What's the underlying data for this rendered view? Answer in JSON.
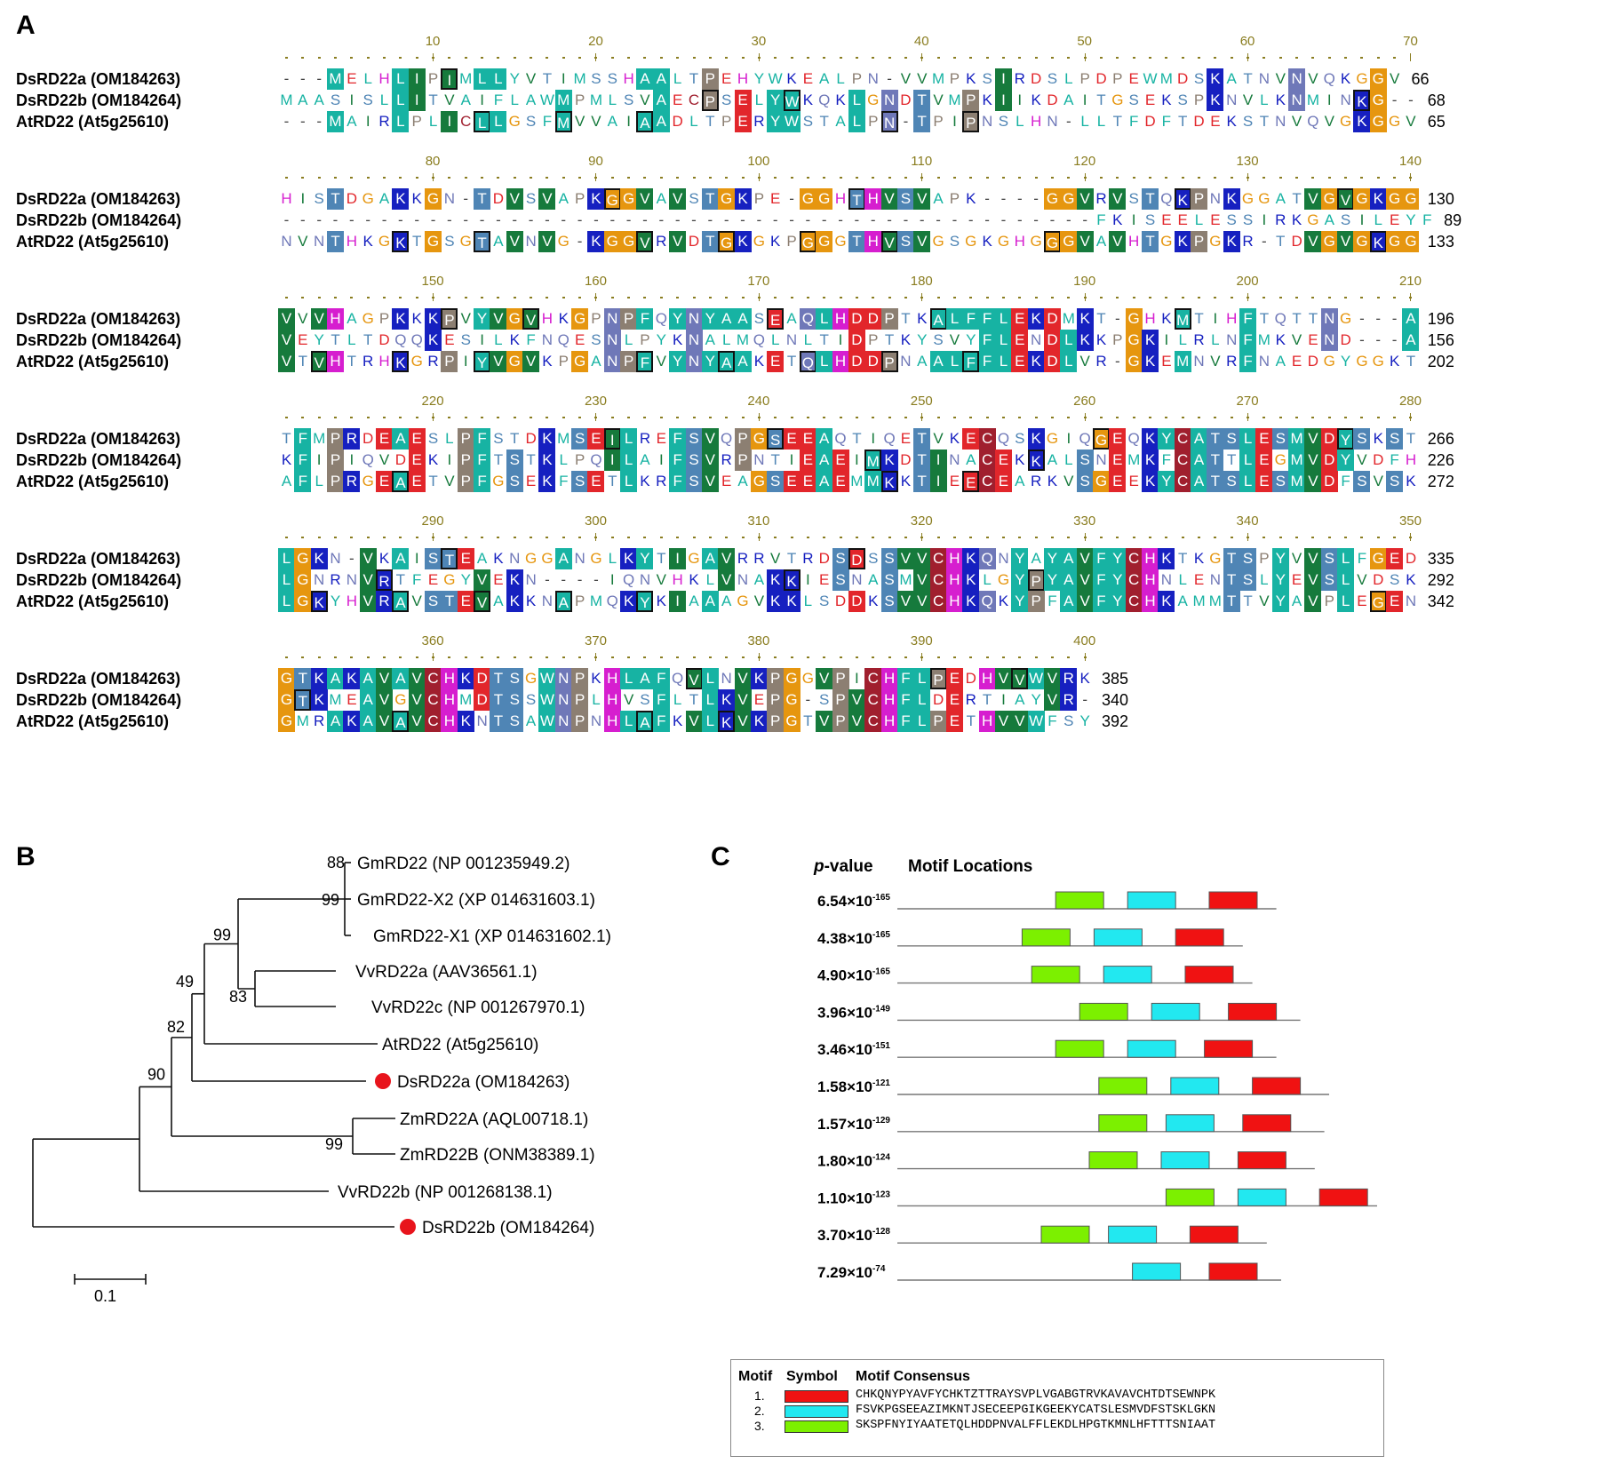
{
  "panels": {
    "a": "A",
    "b": "B",
    "c": "C"
  },
  "alignment": {
    "blocks": [
      {
        "ruler": [
          10,
          20,
          30,
          40,
          50,
          60,
          70
        ],
        "rows": [
          {
            "name": "DsRD22a (OM184263)",
            "seq": "---MELHLIPIMLLYVTIMSSHAALTPEHYWKEALPN-VVMPKSIRDSLPDPEWMDSKATNVNVQKGGV",
            "end": "66"
          },
          {
            "name": "DsRD22b (OM184264)",
            "seq": "MAASISLLITVAIFLAWMPMLSVAECPSELYWKQKLGNDTVMPKIIKDAITGSEKSPKNVLKNMINKG--",
            "end": "68"
          },
          {
            "name": "AtRD22 (At5g25610)",
            "seq": "---MAIRLPLICLLGSFMVVAIAADLTPERYWSTALPN-TPIPNSLHN-LLTFDFTDEKSTNVQVGKGGV",
            "end": "65"
          }
        ]
      },
      {
        "ruler": [
          80,
          90,
          100,
          110,
          120,
          130,
          140
        ],
        "rows": [
          {
            "name": "DsRD22a (OM184263)",
            "seq": "HISTDGAKKGN-TDVSVAPKGGVAVSTGKPE-GGHTHVSVAPK----GGVRVSTQKPNKGGATVGVGKGG",
            "end": "130"
          },
          {
            "name": "DsRD22b (OM184264)",
            "seq": "--------------------------------------------------FKISEELESSIRKGASILEYF",
            "end": "89"
          },
          {
            "name": "AtRD22 (At5g25610)",
            "seq": "NVNTHKGKTGSGTAVNVG-KGGVRVDTGKGKPGGGTHVSVGSGKGHGGGVAVHTGKPGKR-TDVGVGKGG",
            "end": "133"
          }
        ]
      },
      {
        "ruler": [
          150,
          160,
          170,
          180,
          190,
          200,
          210
        ],
        "rows": [
          {
            "name": "DsRD22a (OM184263)",
            "seq": "VVVHAGPKKKPVYVGVHKGPNPFQYNYAASEAQLHDDPTKALFFLEKDMKT-GHKMTIHFTQTTNG---A",
            "end": "196"
          },
          {
            "name": "DsRD22b (OM184264)",
            "seq": "VEYTLTDQQKESILKFNQESNLPYKNALMQLNLTIDPTKYSVYFLENDLKKPGKILRLNFMKVEND---A",
            "end": "156"
          },
          {
            "name": "AtRD22 (At5g25610)",
            "seq": "VTVHTRHKGRPIYVGVKPGANPFVYNYAAKETQLHDDPNAALFFLEKDLVR-GKEMNVRFNAEDGYGGKT",
            "end": "202"
          }
        ]
      },
      {
        "ruler": [
          220,
          230,
          240,
          250,
          260,
          270,
          280
        ],
        "rows": [
          {
            "name": "DsRD22a (OM184263)",
            "seq": "TFMPRDEAESLPFSTDKMSEILREFSVQPGSEEAQTIQETVKECQSKGIQGEQKYCATSLESMVDYSKST",
            "end": "266"
          },
          {
            "name": "DsRD22b (OM184264)",
            "seq": "KFIPIQVDEKIPFTSTKLPQILAIFSVRPNTIEAEIMKDTINACEKKALSNEMKFCATTLEGMVDYVDFH",
            "end": "226"
          },
          {
            "name": "AtRD22 (At5g25610)",
            "seq": "AFLPRGEAETVPFGSEKFSETLKRFSVEAGSEEAEMMKKTIEECEARKVSGEEKYCATSLESMVDFSVSK",
            "end": "272"
          }
        ]
      },
      {
        "ruler": [
          290,
          300,
          310,
          320,
          330,
          340,
          350
        ],
        "rows": [
          {
            "name": "DsRD22a (OM184263)",
            "seq": "LGKN-VKAISTEAKNGGANGLKYTIGAVRRVTRDSDSSVVCHKQNYAYAVFYCHKTKGTSPYVVSLFGED",
            "end": "335"
          },
          {
            "name": "DsRD22b (OM184264)",
            "seq": "LGNRNVRTFEGYVEKN----IQNVHKLVNAKKIESNASMVCHKLGYPYAVFYCHNLENTSLYEVSLVDSK",
            "end": "292"
          },
          {
            "name": "AtRD22 (At5g25610)",
            "seq": "LGKYHVRAVSTEVAKKNAPMQKYKIAAAGVKKLSDDKSVVCHKQKYPFAVFYCHKAMMTTVYAVPLEGEN",
            "end": "342"
          }
        ]
      },
      {
        "ruler": [
          360,
          370,
          380,
          390,
          400
        ],
        "rows": [
          {
            "name": "DsRD22a (OM184263)",
            "seq": "GTKAKAVAVCHKDTSGWNPKHLAFQVLNVKPGGVPICHFLPEDHVVWVRK",
            "end": "385"
          },
          {
            "name": "DsRD22b (OM184264)",
            "seq": "GTKMEAVGVCHMDTSSWNPLHVSFLTLKVEPG-SPVCHFLDERTIAYVR-",
            "end": "340"
          },
          {
            "name": "AtRD22 (At5g25610)",
            "seq": "GMRAKAVAVCHKNTSAWNPNHLAFKVLKVKPGTVPVCHFLPETHVVWFSY",
            "end": "392"
          }
        ]
      }
    ]
  },
  "tree": {
    "taxa": [
      {
        "label": "GmRD22 (NP 001235949.2)",
        "highlight": false
      },
      {
        "label": "GmRD22-X2 (XP 014631603.1)",
        "highlight": false
      },
      {
        "label": "GmRD22-X1 (XP 014631602.1)",
        "highlight": false
      },
      {
        "label": "VvRD22a (AAV36561.1)",
        "highlight": false
      },
      {
        "label": "VvRD22c (NP 001267970.1)",
        "highlight": false
      },
      {
        "label": "AtRD22 (At5g25610)",
        "highlight": false
      },
      {
        "label": "DsRD22a (OM184263)",
        "highlight": true
      },
      {
        "label": "ZmRD22A (AQL00718.1)",
        "highlight": false
      },
      {
        "label": "ZmRD22B (ONM38389.1)",
        "highlight": false
      },
      {
        "label": "VvRD22b (NP 001268138.1)",
        "highlight": false
      },
      {
        "label": "DsRD22b (OM184264)",
        "highlight": true
      }
    ],
    "bootstrap": [
      "88",
      "99",
      "99",
      "49",
      "83",
      "82",
      "90",
      "99"
    ],
    "scale_label": "0.1",
    "highlight_color": "#e8141c"
  },
  "motifs": {
    "header_p": "p",
    "header_value": "-value",
    "header_locations": "Motif Locations",
    "rows": [
      {
        "mant": "6.54",
        "exp": "-165",
        "green": [
          0.33,
          0.43
        ],
        "cyan": [
          0.48,
          0.58
        ],
        "red": [
          0.65,
          0.75
        ],
        "len": 0.79
      },
      {
        "mant": "4.38",
        "exp": "-165",
        "green": [
          0.26,
          0.36
        ],
        "cyan": [
          0.41,
          0.51
        ],
        "red": [
          0.58,
          0.68
        ],
        "len": 0.72
      },
      {
        "mant": "4.90",
        "exp": "-165",
        "green": [
          0.28,
          0.38
        ],
        "cyan": [
          0.43,
          0.53
        ],
        "red": [
          0.6,
          0.7
        ],
        "len": 0.74
      },
      {
        "mant": "3.96",
        "exp": "-149",
        "green": [
          0.38,
          0.48
        ],
        "cyan": [
          0.53,
          0.63
        ],
        "red": [
          0.69,
          0.79
        ],
        "len": 0.84
      },
      {
        "mant": "3.46",
        "exp": "-151",
        "green": [
          0.33,
          0.43
        ],
        "cyan": [
          0.48,
          0.58
        ],
        "red": [
          0.64,
          0.74
        ],
        "len": 0.79
      },
      {
        "mant": "1.58",
        "exp": "-121",
        "green": [
          0.42,
          0.52
        ],
        "cyan": [
          0.57,
          0.67
        ],
        "red": [
          0.74,
          0.84
        ],
        "len": 0.9
      },
      {
        "mant": "1.57",
        "exp": "-129",
        "green": [
          0.42,
          0.52
        ],
        "cyan": [
          0.56,
          0.66
        ],
        "red": [
          0.72,
          0.82
        ],
        "len": 0.89
      },
      {
        "mant": "1.80",
        "exp": "-124",
        "green": [
          0.4,
          0.5
        ],
        "cyan": [
          0.55,
          0.65
        ],
        "red": [
          0.71,
          0.81
        ],
        "len": 0.87
      },
      {
        "mant": "1.10",
        "exp": "-123",
        "green": [
          0.56,
          0.66
        ],
        "cyan": [
          0.71,
          0.81
        ],
        "red": [
          0.88,
          0.98
        ],
        "len": 1.0
      },
      {
        "mant": "3.70",
        "exp": "-128",
        "green": [
          0.3,
          0.4
        ],
        "cyan": [
          0.44,
          0.54
        ],
        "red": [
          0.61,
          0.71
        ],
        "len": 0.77
      },
      {
        "mant": "7.29",
        "exp": "-74",
        "green": null,
        "cyan": [
          0.49,
          0.59
        ],
        "red": [
          0.65,
          0.75
        ],
        "len": 0.8
      }
    ],
    "times": "×10",
    "colors": {
      "red": "#f01212",
      "cyan": "#22e8f0",
      "green": "#7cf000"
    },
    "legend": {
      "h_motif": "Motif",
      "h_symbol": "Symbol",
      "h_consensus": "Motif Consensus",
      "items": [
        {
          "num": "1.",
          "color": "red",
          "consensus": "CHKQNYPYAVFYCHKTZTTRAYSVPLVGABGTRVKAVAVCHTDTSEWNPK"
        },
        {
          "num": "2.",
          "color": "cyan",
          "consensus": "FSVKPGSEEAZIMKNTJSECEEPGIKGEEKYCATSLESMVDFSTSKLGKN"
        },
        {
          "num": "3.",
          "color": "green",
          "consensus": "SKSPFNYIYAATETQLHDDPNVALFFLEKDLHPGTKMNLHFTTTSNIAAT"
        }
      ]
    }
  }
}
